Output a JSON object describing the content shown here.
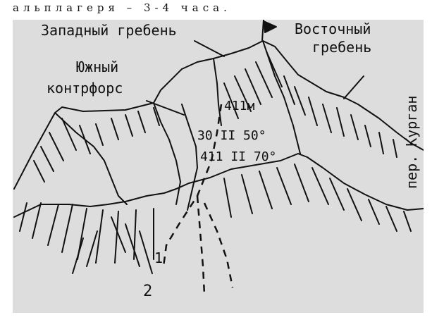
{
  "caption": "альплагеря – 3-4 часа.",
  "labels": {
    "west_ridge": "Западный гребень",
    "east_ridge_1": "Восточный",
    "east_ridge_2": "гребень",
    "south_buttress_1": "Южный",
    "south_buttress_2": "контрфорс",
    "pass": "пер. Курган",
    "height": "411м",
    "pitch_a": "30 II 50°",
    "pitch_b": "411 II 70°",
    "route_1": "1",
    "route_2": "2"
  },
  "colors": {
    "ink": "#111111",
    "paper": "#dddddd"
  },
  "icons": [
    "summit-flag-icon"
  ]
}
